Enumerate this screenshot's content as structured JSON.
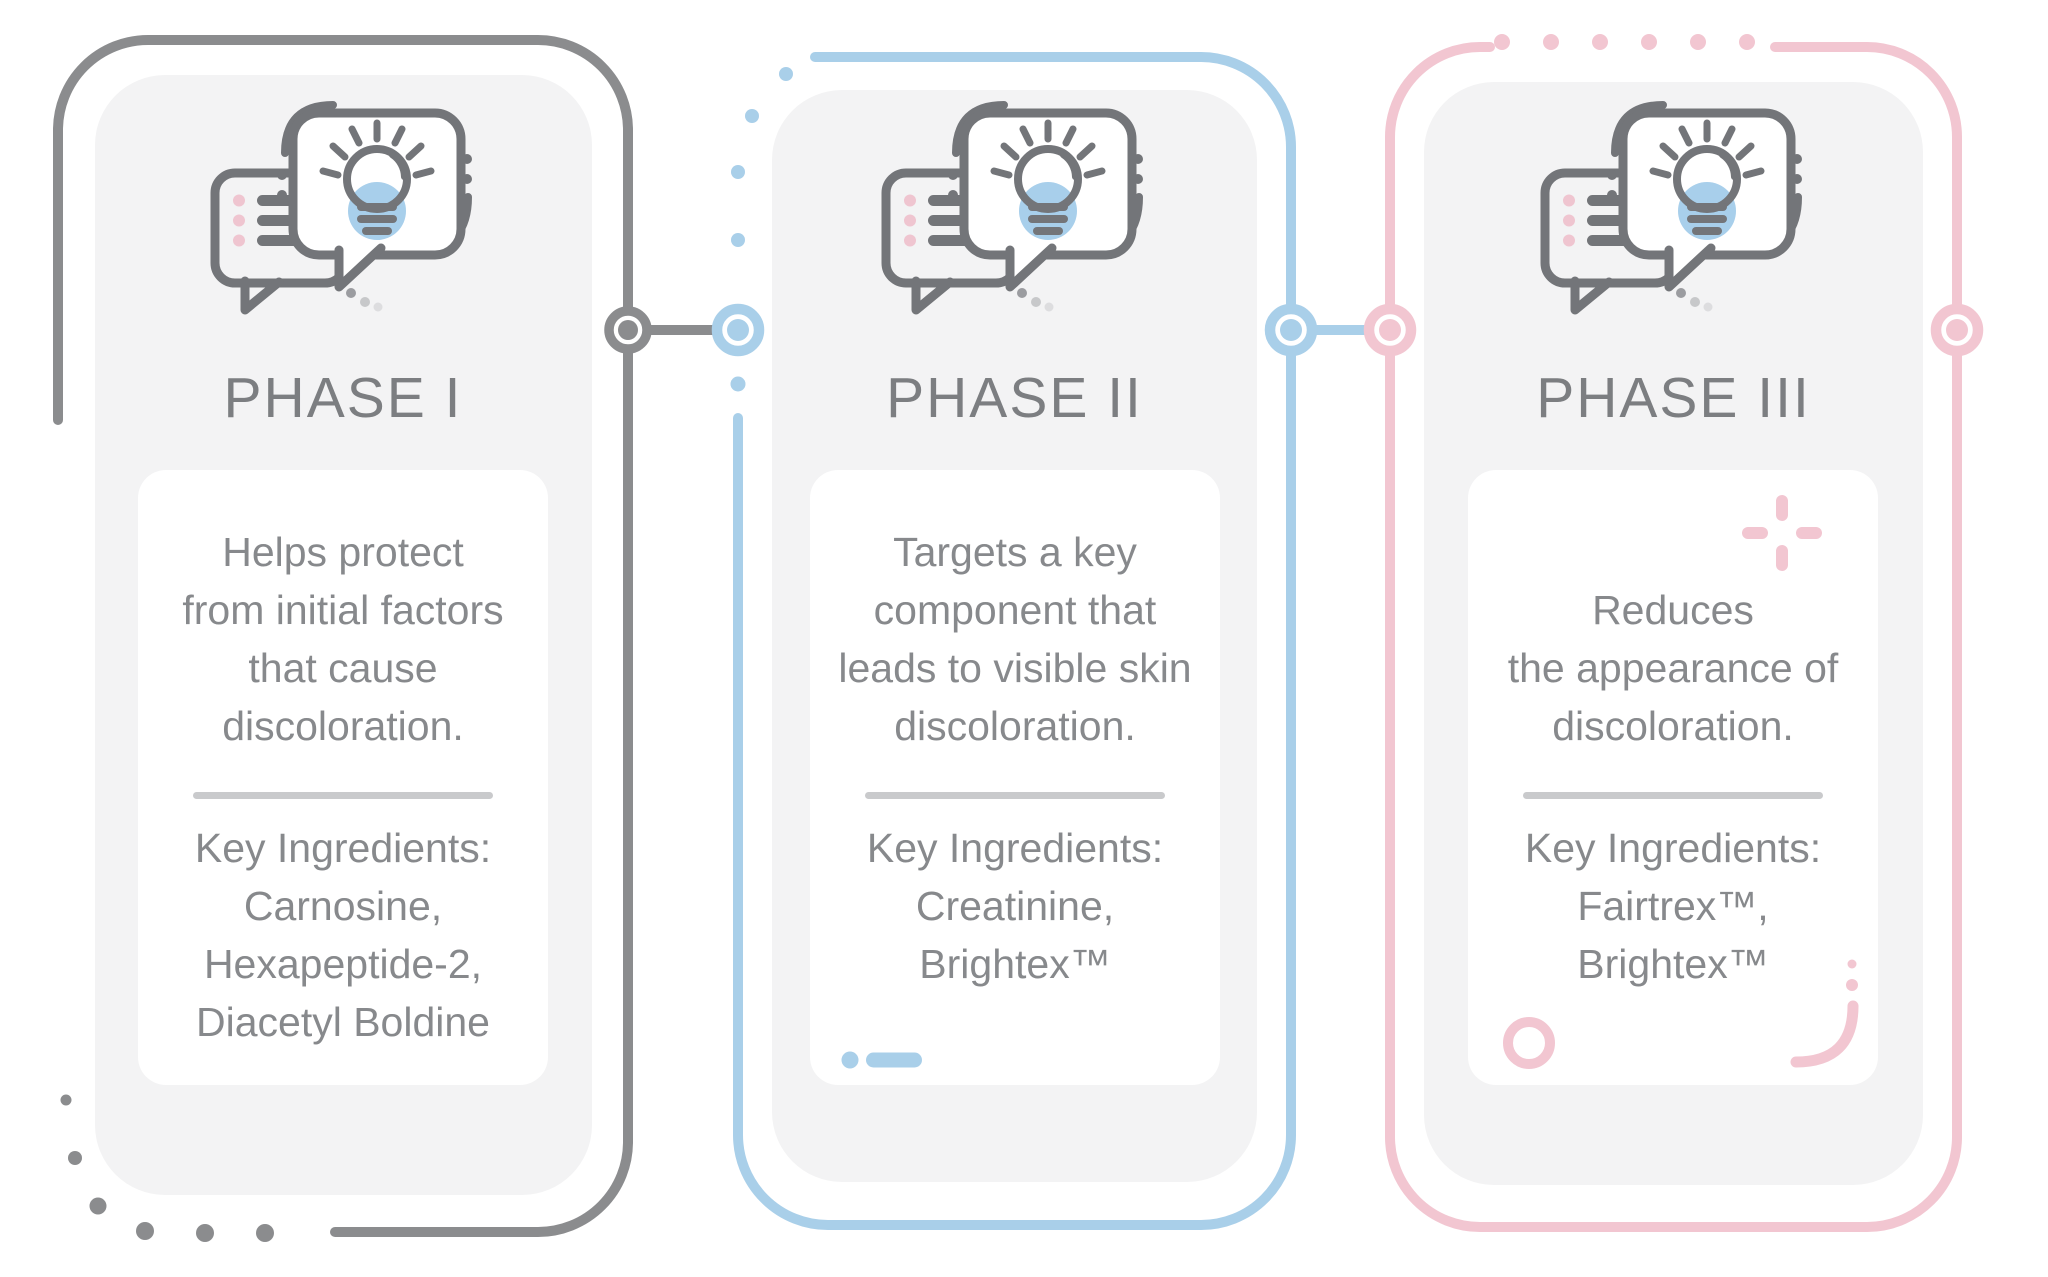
{
  "infographic": {
    "icon_name": "speech-bubbles-lightbulb-icon",
    "phases": [
      {
        "id": "phase-1",
        "title": "PHASE I",
        "description_lines": [
          "Helps protect",
          "from initial factors",
          "that cause",
          "discoloration."
        ],
        "ingredients_lines": [
          "Key Ingredients:",
          "Carnosine,",
          "Hexapeptide-2,",
          "Diacetyl Boldine"
        ]
      },
      {
        "id": "phase-2",
        "title": "PHASE II",
        "description_lines": [
          "Targets a key",
          "component that",
          "leads to visible skin",
          "discoloration."
        ],
        "ingredients_lines": [
          "Key Ingredients:",
          "Creatinine,",
          "Brightex™"
        ]
      },
      {
        "id": "phase-3",
        "title": "PHASE III",
        "description_lines": [
          "Reduces",
          "the appearance of",
          "discoloration."
        ],
        "ingredients_lines": [
          "Key Ingredients:",
          "Fairtrex™,",
          "Brightex™"
        ]
      }
    ],
    "colors": {
      "gray": "#8b8c8e",
      "blue": "#a9cfe9",
      "pink": "#f2c6d1",
      "panel": "#f3f3f4",
      "white": "#ffffff",
      "title_text": "#7c7e81",
      "body_text": "#87898c",
      "divider": "#c9cacc",
      "icon_stroke": "#737579",
      "icon_blue": "#a8cfeb",
      "icon_pink": "#efc5d0"
    }
  }
}
